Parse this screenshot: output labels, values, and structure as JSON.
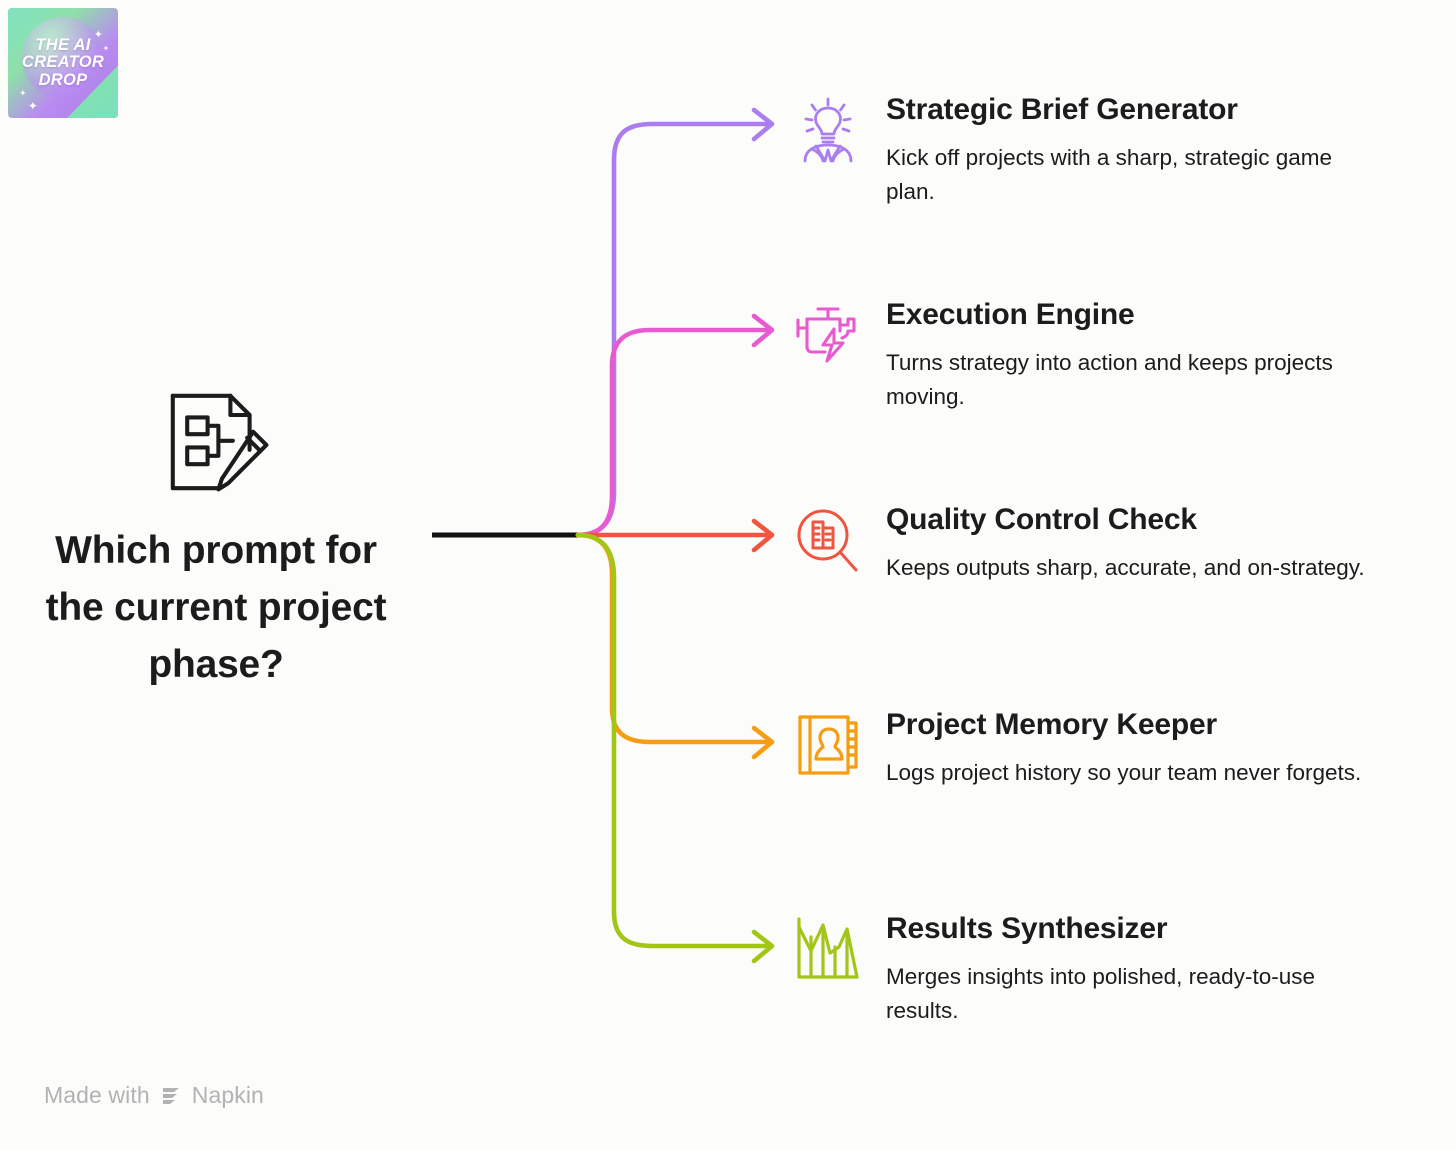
{
  "page": {
    "background": "#fcfcfa",
    "text_color": "#1c1c1c"
  },
  "logo": {
    "name": "the-ai-creator-drop-logo",
    "line1": "THE AI",
    "line2": "CREATOR",
    "line3": "DROP",
    "gradient_from": "#7ee0c0",
    "gradient_to": "#a87ae8"
  },
  "root": {
    "icon": "document-with-pencil-icon",
    "title": "Which prompt for the current project phase?",
    "connector_color": "#111111"
  },
  "branches": [
    {
      "id": "strategic-brief-generator",
      "title": "Strategic Brief Generator",
      "description": "Kick off projects with a sharp, strategic game plan.",
      "icon": "lightbulb-brain-icon",
      "color": "#ab7ef0"
    },
    {
      "id": "execution-engine",
      "title": "Execution Engine",
      "description": "Turns strategy into action and keeps projects moving.",
      "icon": "engine-lightning-icon",
      "color": "#e85ad0"
    },
    {
      "id": "quality-control-check",
      "title": "Quality Control Check",
      "description": "Keeps outputs sharp, accurate, and on-strategy.",
      "icon": "magnifier-document-icon",
      "color": "#f0563f"
    },
    {
      "id": "project-memory-keeper",
      "title": "Project Memory Keeper",
      "description": "Logs project history so your team never forgets.",
      "icon": "address-book-person-icon",
      "color": "#f79d12"
    },
    {
      "id": "results-synthesizer",
      "title": "Results Synthesizer",
      "description": "Merges insights into polished, ready-to-use results.",
      "icon": "bar-chart-line-icon",
      "color": "#a2c617"
    }
  ],
  "watermark": {
    "prefix": "Made with",
    "brand": "Napkin",
    "icon": "napkin-logo-icon",
    "color": "#b2b2b2"
  }
}
